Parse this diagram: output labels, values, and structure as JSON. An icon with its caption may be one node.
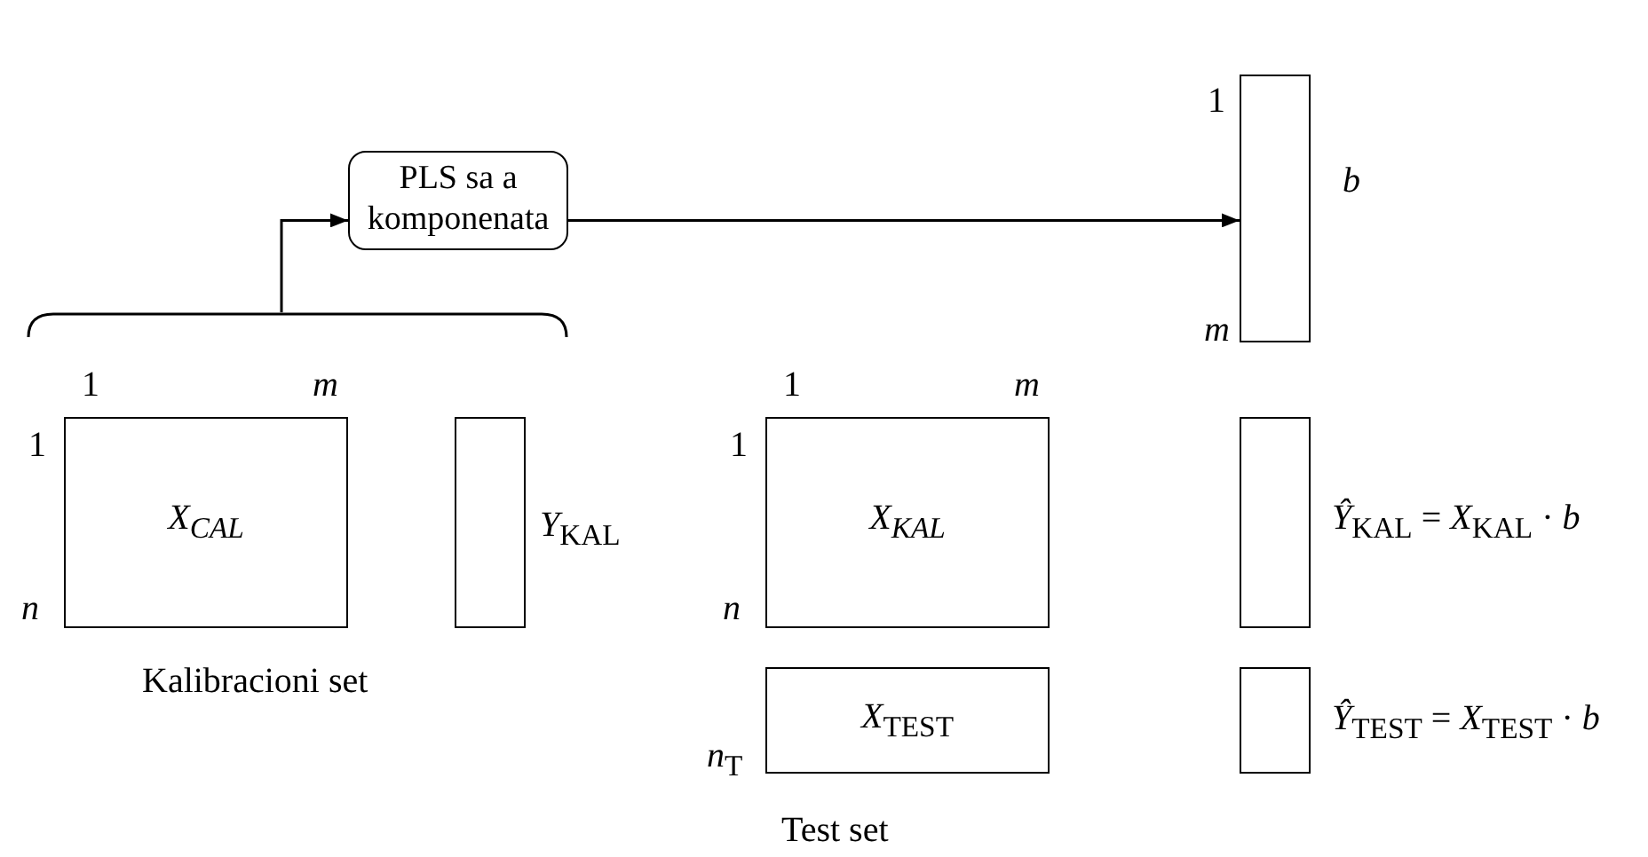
{
  "diagram": {
    "nodes": [
      {
        "text": [
          "PLS sa a komponenata"
        ]
      },
      {
        "text": [],
        "shape": "bar",
        "beside": [
          "1",
          "m",
          "b"
        ]
      },
      {
        "text": [],
        "shape": "bracket"
      },
      {
        "text": [
          "X$_{CAL}$"
        ],
        "beside": [
          "1",
          "m",
          "1",
          "n"
        ]
      },
      {
        "text": [],
        "shape": "bar",
        "beside": [
          "*Y*$_{KAL}$"
        ]
      },
      {
        "text": [
          "X$_{KAL}$"
        ],
        "beside": [
          "1",
          "m",
          "1",
          "n"
        ]
      },
      {
        "text": [
          "*X*$_{TEST}$"
        ],
        "beside": [
          "*n*$_{T}$"
        ]
      },
      {
        "text": [],
        "shape": "bar",
        "beside": [
          "*Ŷ*$_{KAL}$ = *X*$_{KAL}$ · *b*"
        ]
      },
      {
        "text": [],
        "shape": "bar",
        "beside": [
          "*Ŷ*$_{TEST}$ = *X*$_{TEST}$ · *b*"
        ]
      }
    ],
    "edges": [
      {
        "from": 2,
        "to": 0,
        "arrow": "to"
      },
      {
        "from": 0,
        "to": 1,
        "arrow": "to"
      }
    ],
    "labels": [
      "Kalibracioni set",
      "Test set"
    ]
  }
}
